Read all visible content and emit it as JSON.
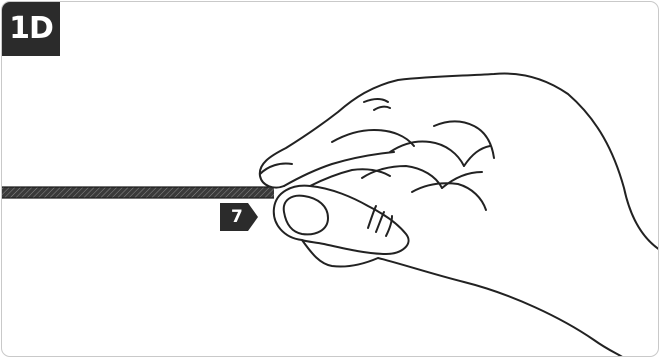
{
  "figure": {
    "step_label": "1D",
    "callout_number": "7",
    "colors": {
      "label_background": "#2b2b2b",
      "label_text": "#ffffff",
      "line_art": "#222222",
      "cord": "#3a3a3a",
      "frame_border": "#c9c9c9"
    },
    "illustration": "hand-pinching-cord"
  }
}
